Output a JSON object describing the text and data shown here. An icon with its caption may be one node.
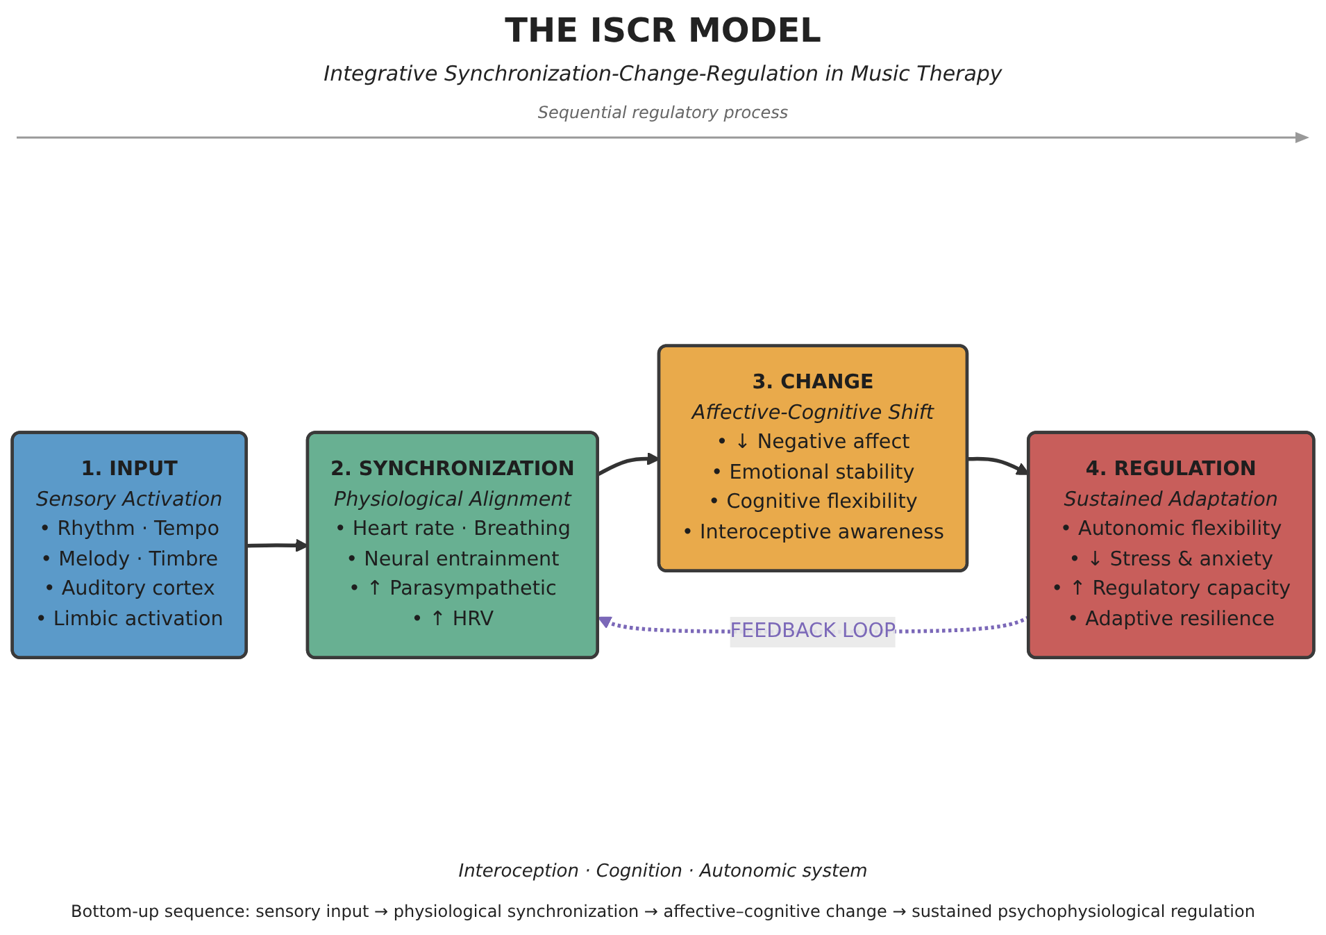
{
  "diagram": {
    "title": "THE ISCR MODEL",
    "nodes": [
      {
        "text": [
          "1. INPUT",
          "Sensory Activation",
          "• Rhythm · Tempo",
          "• Melody · Timbre",
          "• Auditory cortex",
          "• Limbic activation"
        ]
      },
      {
        "text": [
          "2. SYNCHRONIZATION",
          "Physiological Alignment",
          "• Heart rate · Breathing",
          "• Neural entrainment",
          "• ↑ Parasympathetic",
          "• ↑ HRV"
        ]
      },
      {
        "text": [
          "3. CHANGE",
          "Affective-Cognitive Shift",
          "• ↓ Negative affect",
          "• Emotional stability",
          "• Cognitive flexibility",
          "• Interoceptive awareness"
        ]
      },
      {
        "text": [
          "4. REGULATION",
          "Sustained Adaptation",
          "• Autonomic flexibility",
          "• ↓ Stress & anxiety",
          "• ↑ Regulatory capacity",
          "• Adaptive resilience"
        ]
      }
    ],
    "edges": [
      {
        "from": 0,
        "to": 1,
        "arrow": "to"
      },
      {
        "from": 1,
        "to": 2,
        "arrow": "to"
      },
      {
        "from": 2,
        "to": 3,
        "arrow": "to"
      },
      {
        "from": 3,
        "to": 1,
        "arrow": "to",
        "label": "FEEDBACK LOOP",
        "style": "dashed",
        "color": "#7b68b8"
      }
    ],
    "labels": [
      "Integrative Synchronization-Change-Regulation in Music Therapy",
      "Sequential regulatory process",
      "Interoception · Cognition · Autonomic system",
      "Bottom-up sequence: sensory input → physiological synchronization → affective–cognitive change → sustained psychophysiological regulation"
    ]
  }
}
